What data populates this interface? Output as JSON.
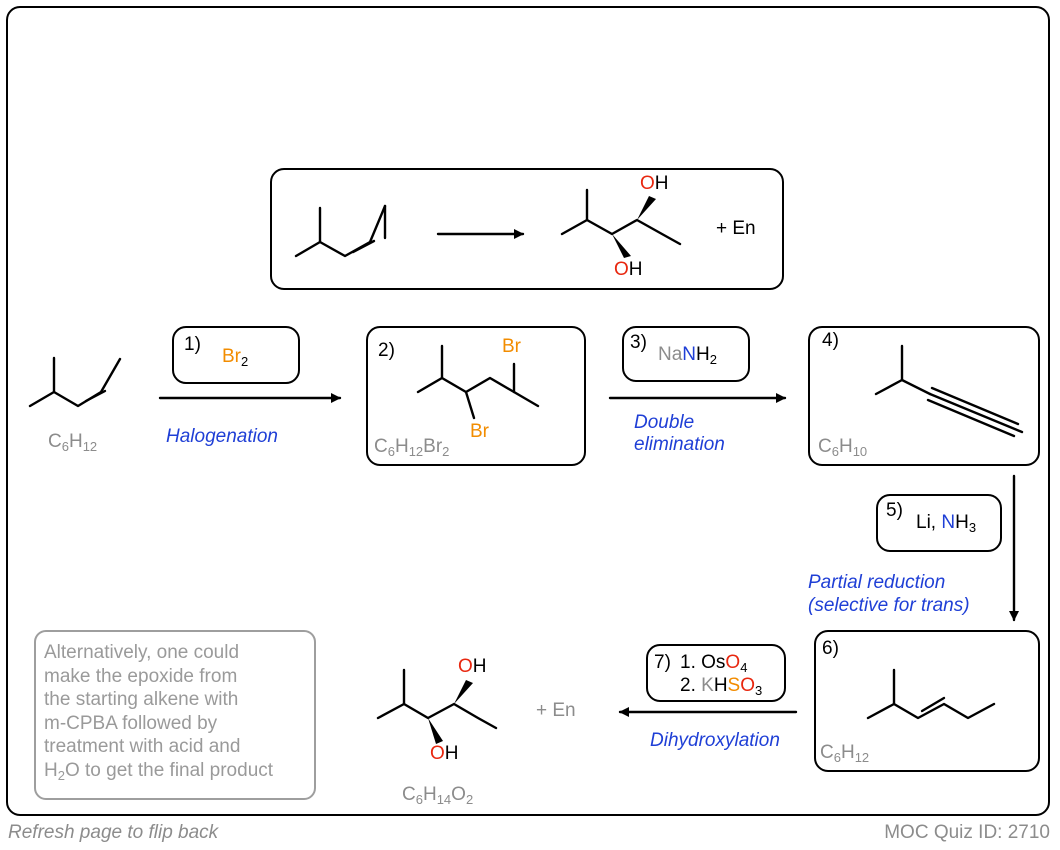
{
  "top_box": {
    "plus_label": "+ En",
    "oh_top": "O",
    "oh_top_h": "H",
    "oh_bottom": "O",
    "oh_bottom_h": "H"
  },
  "start": {
    "formula_c": "C",
    "formula_c_n": "6",
    "formula_h": "H",
    "formula_h_n": "12"
  },
  "step1": {
    "number": "1)",
    "reagent_main": "Br",
    "reagent_sub": "2",
    "label": "Halogenation"
  },
  "step2": {
    "number": "2)",
    "br_top": "Br",
    "br_bottom": "Br",
    "formula_c": "C",
    "formula_c_n": "6",
    "formula_h": "H",
    "formula_h_n": "12",
    "formula_br": "Br",
    "formula_br_n": "2"
  },
  "step3": {
    "number": "3)",
    "reagent_na": "Na",
    "reagent_n": "N",
    "reagent_h": "H",
    "reagent_h_n": "2",
    "label_line1": "Double",
    "label_line2": "elimination"
  },
  "step4": {
    "number": "4)",
    "formula_c": "C",
    "formula_c_n": "6",
    "formula_h": "H",
    "formula_h_n": "10"
  },
  "step5": {
    "number": "5)",
    "reagent_li": "Li, ",
    "reagent_n": "N",
    "reagent_h": "H",
    "reagent_h_n": "3",
    "label_line1": "Partial reduction",
    "label_line2": "(selective for trans)"
  },
  "step6": {
    "number": "6)",
    "formula_c": "C",
    "formula_c_n": "6",
    "formula_h": "H",
    "formula_h_n": "12"
  },
  "step7": {
    "number": "7)",
    "line1_prefix": "1. Os",
    "line1_o": "O",
    "line1_o_n": "4",
    "line2_prefix": "2. ",
    "line2_k": "K",
    "line2_h": "H",
    "line2_s": "S",
    "line2_o": "O",
    "line2_o_n": "3",
    "label": "Dihydroxylation"
  },
  "product": {
    "plus_label": "+ En",
    "oh_top": "O",
    "oh_top_h": "H",
    "oh_bottom": "O",
    "oh_bottom_h": "H",
    "formula_c": "C",
    "formula_c_n": "6",
    "formula_h": "H",
    "formula_h_n": "14",
    "formula_o": "O",
    "formula_o_n": "2"
  },
  "alternative_note": "Alternatively, one could\nmake the epoxide from\nthe starting alkene with\nm-CPBA followed by\ntreatment with acid and\nH",
  "alternative_note_sub": "2",
  "alternative_note_tail": "O to get the final product",
  "footer": {
    "left": "Refresh page to flip back",
    "right": "MOC Quiz ID: 2710"
  },
  "colors": {
    "blue": "#1f3fd6",
    "orange": "#f28c00",
    "red": "#e8270f",
    "gray": "#8c8c8c"
  }
}
